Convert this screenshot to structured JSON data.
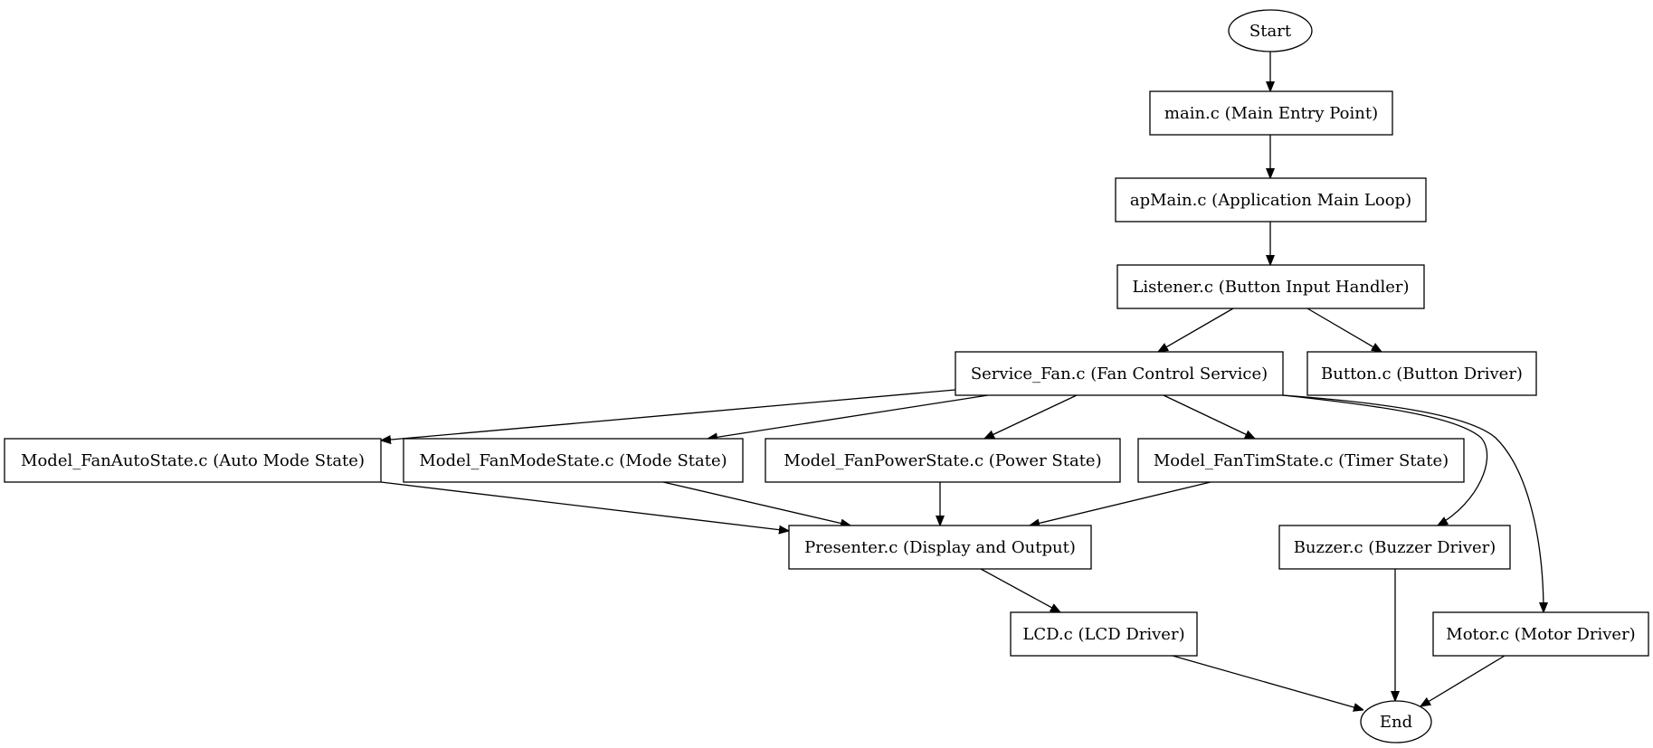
{
  "nodes": [
    {
      "id": "start",
      "label": "Start",
      "shape": "ellipse"
    },
    {
      "id": "main",
      "label": "main.c (Main Entry Point)",
      "shape": "box"
    },
    {
      "id": "apmain",
      "label": "apMain.c (Application Main Loop)",
      "shape": "box"
    },
    {
      "id": "listener",
      "label": "Listener.c (Button Input Handler)",
      "shape": "box"
    },
    {
      "id": "service",
      "label": "Service_Fan.c (Fan Control Service)",
      "shape": "box"
    },
    {
      "id": "button",
      "label": "Button.c (Button Driver)",
      "shape": "box"
    },
    {
      "id": "auto",
      "label": "Model_FanAutoState.c (Auto Mode State)",
      "shape": "box"
    },
    {
      "id": "mode",
      "label": "Model_FanModeState.c (Mode State)",
      "shape": "box"
    },
    {
      "id": "power",
      "label": "Model_FanPowerState.c (Power State)",
      "shape": "box"
    },
    {
      "id": "tim",
      "label": "Model_FanTimState.c (Timer State)",
      "shape": "box"
    },
    {
      "id": "presenter",
      "label": "Presenter.c (Display and Output)",
      "shape": "box"
    },
    {
      "id": "buzzer",
      "label": "Buzzer.c (Buzzer Driver)",
      "shape": "box"
    },
    {
      "id": "lcd",
      "label": "LCD.c (LCD Driver)",
      "shape": "box"
    },
    {
      "id": "motor",
      "label": "Motor.c (Motor Driver)",
      "shape": "box"
    },
    {
      "id": "end",
      "label": "End",
      "shape": "ellipse"
    }
  ],
  "edges": [
    {
      "from": "start",
      "to": "main"
    },
    {
      "from": "main",
      "to": "apmain"
    },
    {
      "from": "apmain",
      "to": "listener"
    },
    {
      "from": "listener",
      "to": "service"
    },
    {
      "from": "listener",
      "to": "button"
    },
    {
      "from": "service",
      "to": "auto"
    },
    {
      "from": "service",
      "to": "mode"
    },
    {
      "from": "service",
      "to": "power"
    },
    {
      "from": "service",
      "to": "tim"
    },
    {
      "from": "service",
      "to": "buzzer"
    },
    {
      "from": "service",
      "to": "motor"
    },
    {
      "from": "auto",
      "to": "presenter"
    },
    {
      "from": "mode",
      "to": "presenter"
    },
    {
      "from": "power",
      "to": "presenter"
    },
    {
      "from": "tim",
      "to": "presenter"
    },
    {
      "from": "presenter",
      "to": "lcd"
    },
    {
      "from": "lcd",
      "to": "end"
    },
    {
      "from": "buzzer",
      "to": "end"
    },
    {
      "from": "motor",
      "to": "end"
    }
  ]
}
